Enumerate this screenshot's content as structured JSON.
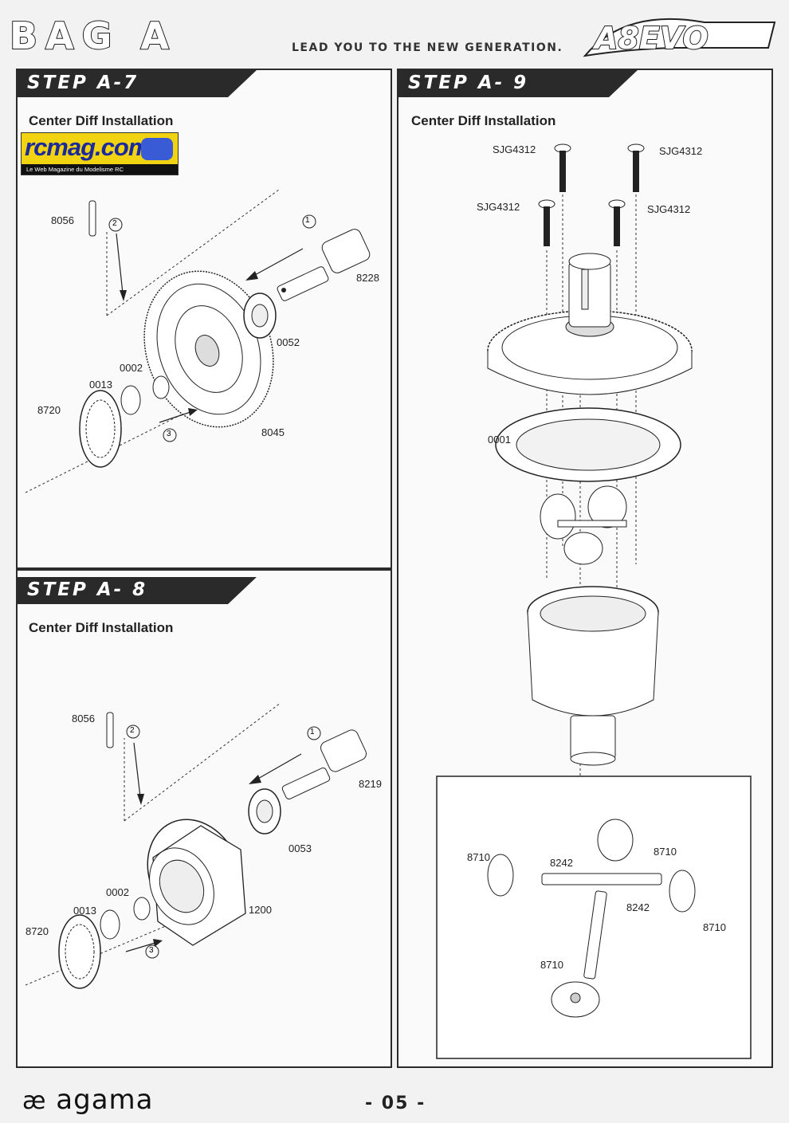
{
  "header": {
    "bag_title": "BAG A",
    "tagline": "LEAD YOU TO THE NEW GENERATION.",
    "model_logo": "A8EVO"
  },
  "watermark": {
    "site": "rcmag.com",
    "subtitle": "Le Web Magazine du Modelisme RC"
  },
  "steps": {
    "a7": {
      "label": "STEP A-7",
      "subtitle": "Center Diff Installation",
      "parts": {
        "p8056": "8056",
        "p8228": "8228",
        "p0052": "0052",
        "p0002": "0002",
        "p0013": "0013",
        "p8720": "8720",
        "p8045": "8045"
      },
      "markers": {
        "m1": "1",
        "m2": "2",
        "m3": "3"
      }
    },
    "a8": {
      "label": "STEP A- 8",
      "subtitle": "Center Diff Installation",
      "parts": {
        "p8056": "8056",
        "p8219": "8219",
        "p0053": "0053",
        "p0002": "0002",
        "p0013": "0013",
        "p1200": "1200",
        "p8720": "8720"
      },
      "markers": {
        "m1": "1",
        "m2": "2",
        "m3": "3"
      }
    },
    "a9": {
      "label": "STEP A- 9",
      "subtitle": "Center Diff Installation",
      "parts": {
        "s1": "SJG4312",
        "s2": "SJG4312",
        "s3": "SJG4312",
        "s4": "SJG4312",
        "p0001": "0001",
        "i8710a": "8710",
        "i8710b": "8710",
        "i8710c": "8710",
        "i8710d": "8710",
        "i8242a": "8242",
        "i8242b": "8242"
      }
    }
  },
  "footer": {
    "brand": "agama",
    "page_number": "- 05 -"
  },
  "colors": {
    "panel_border": "#2b2b2b",
    "bar": "#2a2a2a",
    "rcmag_bg": "#f1d312",
    "rcmag_text": "#1a2a9a"
  }
}
